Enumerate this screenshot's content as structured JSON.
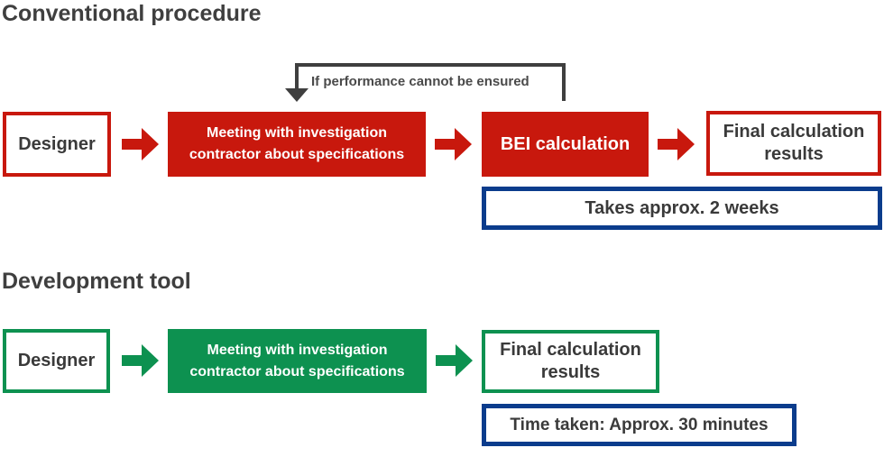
{
  "colors": {
    "red": "#C8180D",
    "green": "#0D9150",
    "blue": "#0B3C8C",
    "dark": "#3F3F3F",
    "text": "#3A3A3A",
    "loop": "#4A4A4A"
  },
  "conventional": {
    "heading": "Conventional procedure",
    "feedback_label": "If performance cannot be ensured",
    "steps": {
      "designer": "Designer",
      "meeting": "Meeting with investigation\ncontractor about specifications",
      "bei": "BEI calculation",
      "final": "Final calculation\nresults"
    },
    "duration": "Takes approx. 2 weeks"
  },
  "development": {
    "heading": "Development tool",
    "steps": {
      "designer": "Designer",
      "meeting": "Meeting with investigation\ncontractor about specifications",
      "final": "Final calculation\nresults"
    },
    "duration": "Time taken: Approx. 30 minutes"
  }
}
